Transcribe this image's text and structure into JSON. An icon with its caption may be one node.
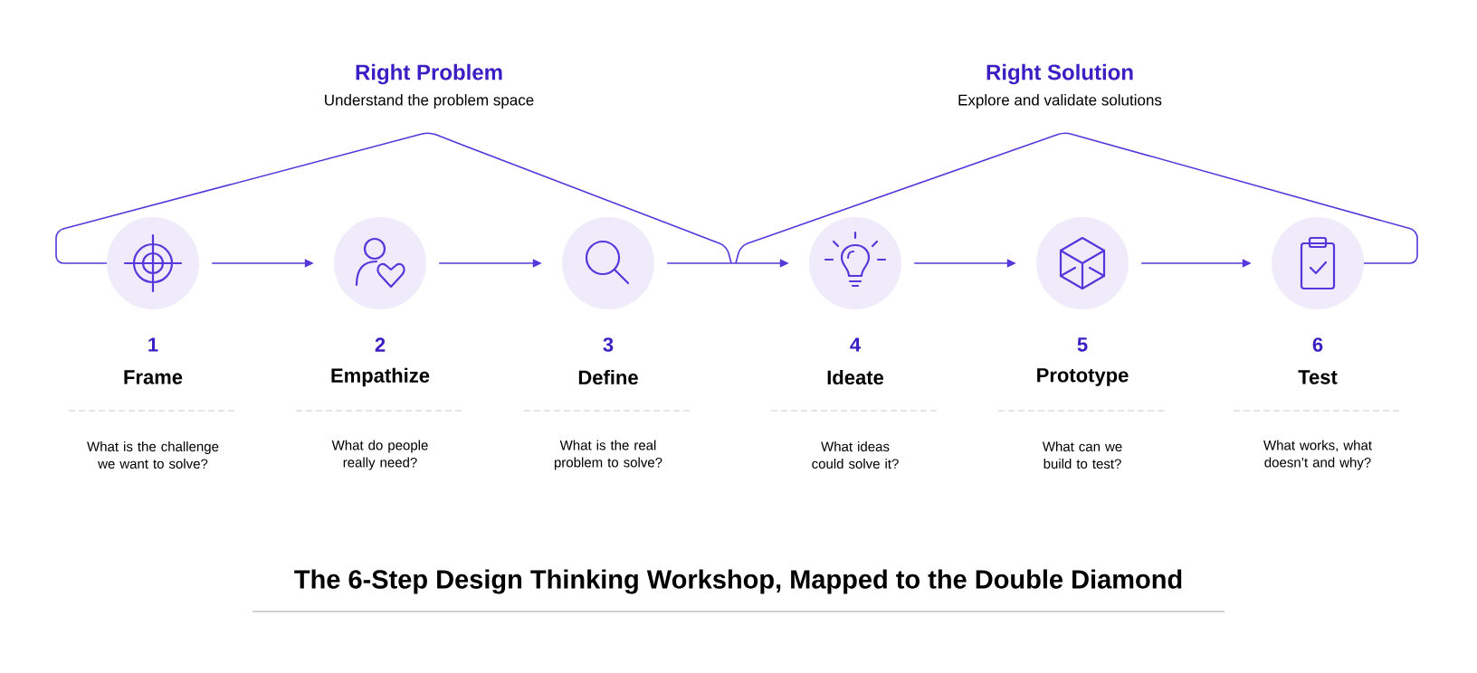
{
  "diagram": {
    "title": "The 6-Step Design Thinking Workshop, Mapped to the Double Diamond",
    "nodes": [
      {
        "text": [
          "1",
          "Frame"
        ]
      },
      {
        "text": [
          "2",
          "Empathize"
        ]
      },
      {
        "text": [
          "3",
          "Define"
        ]
      },
      {
        "text": [
          "4",
          "Ideate"
        ]
      },
      {
        "text": [
          "5",
          "Prototype"
        ]
      },
      {
        "text": [
          "6",
          "Test"
        ]
      }
    ],
    "edges": [
      {
        "from": 0,
        "to": 1,
        "arrow": "to"
      },
      {
        "from": 1,
        "to": 2,
        "arrow": "to"
      },
      {
        "from": 2,
        "to": 3,
        "arrow": "to"
      },
      {
        "from": 3,
        "to": 4,
        "arrow": "to"
      },
      {
        "from": 4,
        "to": 5,
        "arrow": "to"
      }
    ],
    "labels": [
      "Right Problem",
      "Understand the problem space",
      "Right Solution",
      "Explore and validate solutions",
      "What is the challenge we want to solve?",
      "What do people really need?",
      "What is the real problem to solve?",
      "What ideas could solve it?",
      "What can we build to test?",
      "What works, what doesn’t and why?"
    ]
  }
}
